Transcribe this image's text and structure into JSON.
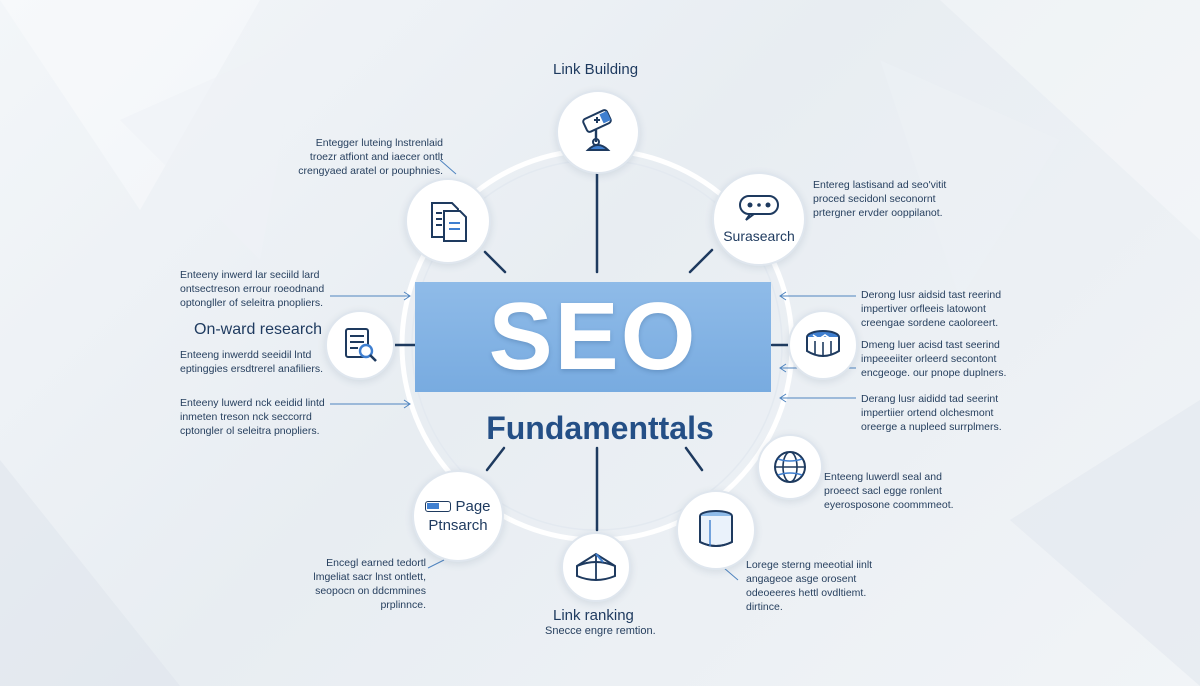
{
  "title": "SEO",
  "subtitle": "Fundamenttals",
  "nodes": {
    "link_building": {
      "label": "Link Building",
      "icon": "camera-robot-icon"
    },
    "document": {
      "icon": "document-icon"
    },
    "surasearch": {
      "label": "Surasearch",
      "icon": "chat-bubble-icon"
    },
    "onward_research": {
      "label": "On-ward research",
      "icon": "document-search-icon"
    },
    "basket": {
      "icon": "basket-icon"
    },
    "globe": {
      "icon": "globe-icon"
    },
    "cylinder": {
      "icon": "cylinder-icon"
    },
    "page_ptnsarch": {
      "label_line1": "Page",
      "label_line2": "Ptnsarch",
      "icon": "toggle-pill-icon"
    },
    "link_ranking": {
      "label": "Link ranking",
      "caption": "Snecce engre remtion.",
      "icon": "tent-icon"
    }
  },
  "captions": {
    "top_left": [
      "Entegger luteing lnstrenlaid",
      "troezr atfiont and iaecer ontlt",
      "crengyaed aratel or pouphnies."
    ],
    "left_1": [
      "Enteeny inwerd lar seciild lard",
      "ontsectreson errour roeodnand",
      "optongller of seleitra pnopliers."
    ],
    "left_2": [
      "Enteeng inwerdd seeidil lntd",
      "eptinggies ersdtrerel anafiliers."
    ],
    "left_3": [
      "Enteeny luwerd nck eeidid lintd",
      "inmeten treson nck seccorrd",
      "cptongler ol seleitra pnopliers."
    ],
    "top_right": [
      "Entereg lastisand ad seo'vitit",
      "proced secidonl seconornt",
      "prtergner ervder ooppilanot."
    ],
    "right_1": [
      "Derong lusr aidsid tast reerind",
      "impertiver orfleeis latowont",
      "creengae sordene caoloreert."
    ],
    "right_2": [
      "Dmeng luer acisd tast seerind",
      "impeeeiiter orleerd secontont",
      "encgeoge. our pnope duplners."
    ],
    "right_3": [
      "Derang lusr aididd tad seerint",
      "impertiier ortend olchesmont",
      "oreerge a nupleed surrplmers."
    ],
    "right_4": [
      "Enteeng luwerdl seal and",
      "proeect sacl egge ronlent",
      "eyerosposone coommmeot."
    ],
    "bottom_left": [
      "Encegl earned tedortl",
      "lmgeliat sacr lnst ontlett,",
      "seopocn on ddcmmines",
      "prplinnce."
    ],
    "bottom_right": [
      "Lorege sterng meeotial iinlt",
      "angageoe asge orosent",
      "odeoeeres hettl ovdltiemt.",
      "dirtince."
    ]
  },
  "colors": {
    "accent": "#78abe0",
    "ink": "#1e3a5f",
    "subtitle": "#244f86",
    "ring": "#ffffff"
  }
}
